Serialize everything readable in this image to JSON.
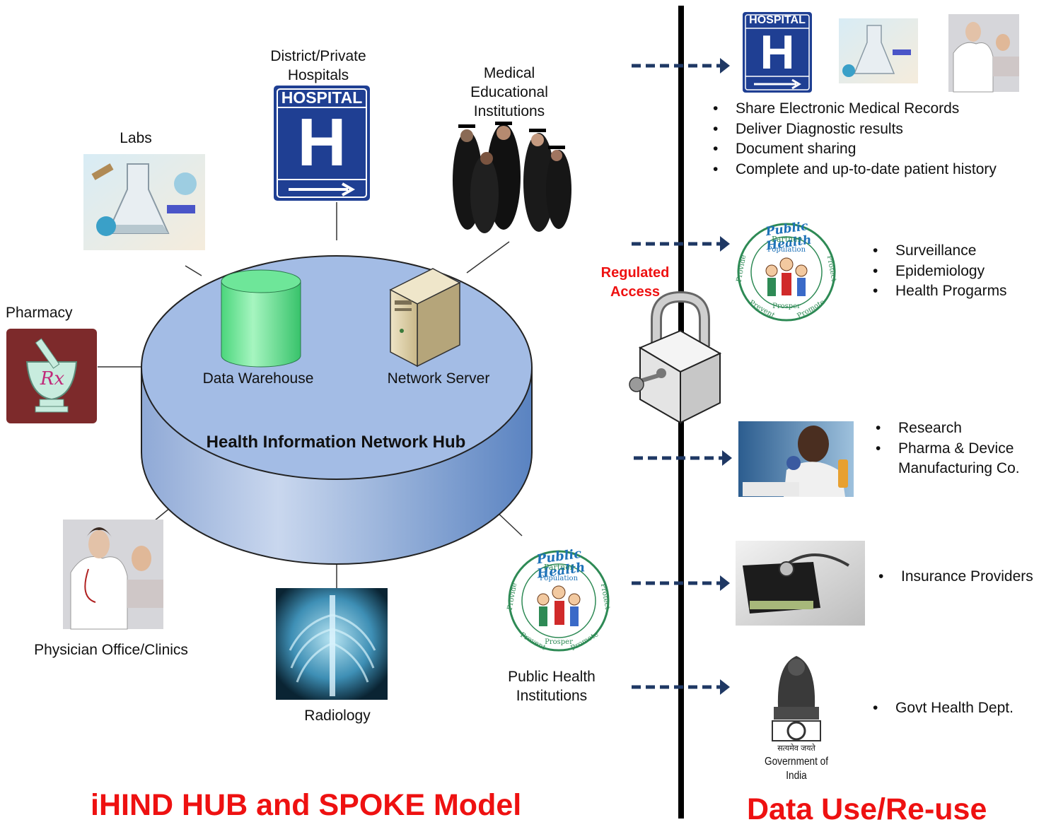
{
  "hub": {
    "title": "Health Information Network Hub",
    "data_warehouse": "Data Warehouse",
    "network_server": "Network Server"
  },
  "spokes": {
    "district_hospitals": "District/Private Hospitals",
    "hospital_sign": "HOSPITAL",
    "hospital_letter": "H",
    "medical_education": "Medical Educational Institutions",
    "labs": "Labs",
    "pharmacy": "Pharmacy",
    "pharmacy_rx": "Rx",
    "physician": "Physician Office/Clinics",
    "radiology": "Radiology",
    "public_health": "Public Health Institutions"
  },
  "public_health_logo": {
    "top": "Public Health",
    "partner": "Partner",
    "population": "Population",
    "provide": "Provide",
    "protect": "Protect",
    "prosper": "Prosper",
    "prevent": "Prevent",
    "promote": "Promote"
  },
  "access": {
    "label_line1": "Regulated",
    "label_line2": "Access"
  },
  "reuse": {
    "group1": [
      "Share Electronic Medical Records",
      "Deliver Diagnostic results",
      "Document sharing",
      "Complete and up-to-date patient history"
    ],
    "group2": [
      "Surveillance",
      "Epidemiology",
      "Health Progarms"
    ],
    "group3_item1": "Research",
    "group3_item2_line1": "Pharma & Device",
    "group3_item2_line2": "Manufacturing Co.",
    "group4": [
      "Insurance Providers"
    ],
    "group5": [
      "Govt Health Dept."
    ],
    "govt_caption_hindi": "सत्यमेव जयते",
    "govt_caption": "Government of India"
  },
  "footer": {
    "left_title": "iHIND HUB and SPOKE Model",
    "right_title": "Data Use/Re-use"
  },
  "colors": {
    "title_red": "#ee1111",
    "hospital_blue": "#1f3f93",
    "hub_top": "#9db6e0",
    "arrow_navy": "#1f3864"
  }
}
